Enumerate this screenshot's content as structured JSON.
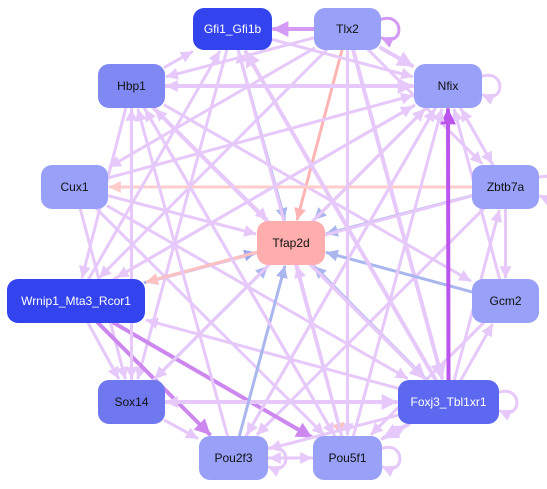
{
  "nodes": [
    {
      "id": "gfi1",
      "label": "Gfi1_Gfi1b",
      "fill": "#3344ee",
      "dark": true
    },
    {
      "id": "tlx2",
      "label": "Tlx2",
      "fill": "#98a0f8",
      "dark": false
    },
    {
      "id": "hbp1",
      "label": "Hbp1",
      "fill": "#7f88f3",
      "dark": false
    },
    {
      "id": "nfix",
      "label": "Nfix",
      "fill": "#98a0f8",
      "dark": false
    },
    {
      "id": "cux1",
      "label": "Cux1",
      "fill": "#98a0f8",
      "dark": false
    },
    {
      "id": "zbtb7a",
      "label": "Zbtb7a",
      "fill": "#98a0f8",
      "dark": false
    },
    {
      "id": "tfap2d",
      "label": "Tfap2d",
      "fill": "#ffadad",
      "dark": false
    },
    {
      "id": "wrnip1",
      "label": "Wrnip1_Mta3_Rcor1",
      "fill": "#3344ee",
      "dark": true
    },
    {
      "id": "gcm2",
      "label": "Gcm2",
      "fill": "#98a0f8",
      "dark": false
    },
    {
      "id": "sox14",
      "label": "Sox14",
      "fill": "#7078f0",
      "dark": false
    },
    {
      "id": "foxj3",
      "label": "Foxj3_Tbl1xr1",
      "fill": "#5d68f0",
      "dark": true
    },
    {
      "id": "pou2f3",
      "label": "Pou2f3",
      "fill": "#98a0f8",
      "dark": false
    },
    {
      "id": "pou5f1",
      "label": "Pou5f1",
      "fill": "#98a0f8",
      "dark": false
    }
  ],
  "edges": [
    {
      "from": "tlx2",
      "to": "gfi1",
      "color": "#d49af6",
      "heavy": true
    },
    {
      "from": "tlx2",
      "to": "tlx2",
      "color": "#d49af6",
      "loop": true
    },
    {
      "from": "tlx2",
      "to": "hbp1",
      "color": "#e6c8fa"
    },
    {
      "from": "tlx2",
      "to": "nfix",
      "color": "#e6c8fa",
      "heavy": true
    },
    {
      "from": "tlx2",
      "to": "tfap2d",
      "color": "#ffb4b4"
    },
    {
      "from": "tlx2",
      "to": "cux1",
      "color": "#e6c8fa"
    },
    {
      "from": "tlx2",
      "to": "wrnip1",
      "color": "#e6c8fa"
    },
    {
      "from": "tlx2",
      "to": "foxj3",
      "color": "#e6c8fa",
      "heavy": true
    },
    {
      "from": "tlx2",
      "to": "pou5f1",
      "color": "#e6c8fa"
    },
    {
      "from": "tlx2",
      "to": "zbtb7a",
      "color": "#e6c8fa"
    },
    {
      "from": "gfi1",
      "to": "tfap2d",
      "color": "#aab6ee"
    },
    {
      "from": "gfi1",
      "to": "nfix",
      "color": "#e6c8fa"
    },
    {
      "from": "gfi1",
      "to": "pou5f1",
      "color": "#e6c8fa"
    },
    {
      "from": "gfi1",
      "to": "sox14",
      "color": "#e6c8fa"
    },
    {
      "from": "hbp1",
      "to": "nfix",
      "color": "#e6c8fa",
      "heavy": true
    },
    {
      "from": "hbp1",
      "to": "gfi1",
      "color": "#e6c8fa"
    },
    {
      "from": "hbp1",
      "to": "tfap2d",
      "color": "#e6c8fa"
    },
    {
      "from": "hbp1",
      "to": "foxj3",
      "color": "#e6c8fa",
      "heavy": true
    },
    {
      "from": "hbp1",
      "to": "pou5f1",
      "color": "#e6c8fa"
    },
    {
      "from": "hbp1",
      "to": "gcm2",
      "color": "#e6c8fa"
    },
    {
      "from": "hbp1",
      "to": "sox14",
      "color": "#e6c8fa"
    },
    {
      "from": "hbp1",
      "to": "wrnip1",
      "color": "#e6c8fa"
    },
    {
      "from": "nfix",
      "to": "nfix",
      "color": "#e6c8fa",
      "loop": true
    },
    {
      "from": "nfix",
      "to": "hbp1",
      "color": "#e6c8fa"
    },
    {
      "from": "nfix",
      "to": "tfap2d",
      "color": "#aab6ee"
    },
    {
      "from": "nfix",
      "to": "wrnip1",
      "color": "#e6c8fa"
    },
    {
      "from": "nfix",
      "to": "pou2f3",
      "color": "#e6c8fa"
    },
    {
      "from": "nfix",
      "to": "sox14",
      "color": "#e6c8fa"
    },
    {
      "from": "nfix",
      "to": "zbtb7a",
      "color": "#e6c8fa"
    },
    {
      "from": "cux1",
      "to": "tfap2d",
      "color": "#e6c8fa"
    },
    {
      "from": "cux1",
      "to": "nfix",
      "color": "#e6c8fa"
    },
    {
      "from": "cux1",
      "to": "foxj3",
      "color": "#e6c8fa"
    },
    {
      "from": "cux1",
      "to": "pou5f1",
      "color": "#e6c8fa"
    },
    {
      "from": "cux1",
      "to": "sox14",
      "color": "#e6c8fa"
    },
    {
      "from": "zbtb7a",
      "to": "zbtb7a",
      "color": "#e6c8fa",
      "loop": true
    },
    {
      "from": "zbtb7a",
      "to": "tfap2d",
      "color": "#aab6ee"
    },
    {
      "from": "zbtb7a",
      "to": "cux1",
      "color": "#ffcccc"
    },
    {
      "from": "zbtb7a",
      "to": "wrnip1",
      "color": "#e6c8fa"
    },
    {
      "from": "zbtb7a",
      "to": "gcm2",
      "color": "#e6c8fa"
    },
    {
      "from": "zbtb7a",
      "to": "pou2f3",
      "color": "#e6c8fa"
    },
    {
      "from": "zbtb7a",
      "to": "nfix",
      "color": "#e6c8fa"
    },
    {
      "from": "wrnip1",
      "to": "tfap2d",
      "color": "#9aaaf0"
    },
    {
      "from": "wrnip1",
      "to": "pou5f1",
      "color": "#cc88ee",
      "heavy": true
    },
    {
      "from": "wrnip1",
      "to": "pou2f3",
      "color": "#cc88ee",
      "heavy": true
    },
    {
      "from": "wrnip1",
      "to": "nfix",
      "color": "#e6c8fa"
    },
    {
      "from": "wrnip1",
      "to": "sox14",
      "color": "#e6c8fa"
    },
    {
      "from": "wrnip1",
      "to": "gfi1",
      "color": "#e6c8fa"
    },
    {
      "from": "tfap2d",
      "to": "wrnip1",
      "color": "#ffc0c0"
    },
    {
      "from": "tfap2d",
      "to": "nfix",
      "color": "#ffc0c0"
    },
    {
      "from": "tfap2d",
      "to": "pou5f1",
      "color": "#ffc0c0"
    },
    {
      "from": "gcm2",
      "to": "tfap2d",
      "color": "#aab6ee"
    },
    {
      "from": "gcm2",
      "to": "pou5f1",
      "color": "#e6c8fa"
    },
    {
      "from": "gcm2",
      "to": "nfix",
      "color": "#e6c8fa"
    },
    {
      "from": "sox14",
      "to": "tfap2d",
      "color": "#aab6ee"
    },
    {
      "from": "sox14",
      "to": "foxj3",
      "color": "#e6c8fa",
      "heavy": true
    },
    {
      "from": "sox14",
      "to": "pou2f3",
      "color": "#e6c8fa"
    },
    {
      "from": "sox14",
      "to": "nfix",
      "color": "#e6c8fa"
    },
    {
      "from": "sox14",
      "to": "hbp1",
      "color": "#e6c8fa"
    },
    {
      "from": "foxj3",
      "to": "nfix",
      "color": "#bb55ee",
      "heavy": true
    },
    {
      "from": "foxj3",
      "to": "foxj3",
      "color": "#e6c8fa",
      "loop": true
    },
    {
      "from": "foxj3",
      "to": "tfap2d",
      "color": "#aab6ee"
    },
    {
      "from": "foxj3",
      "to": "pou5f1",
      "color": "#e6c8fa",
      "heavy": true
    },
    {
      "from": "foxj3",
      "to": "gcm2",
      "color": "#e6c8fa"
    },
    {
      "from": "foxj3",
      "to": "pou2f3",
      "color": "#e6c8fa"
    },
    {
      "from": "foxj3",
      "to": "sox14",
      "color": "#e6c8fa"
    },
    {
      "from": "foxj3",
      "to": "gfi1",
      "color": "#e6c8fa",
      "heavy": true
    },
    {
      "from": "foxj3",
      "to": "hbp1",
      "color": "#e6c8fa"
    },
    {
      "from": "foxj3",
      "to": "wrnip1",
      "color": "#e6c8fa"
    },
    {
      "from": "foxj3",
      "to": "zbtb7a",
      "color": "#e6c8fa"
    },
    {
      "from": "pou2f3",
      "to": "pou2f3",
      "color": "#e6c8fa",
      "loop": true
    },
    {
      "from": "pou2f3",
      "to": "tfap2d",
      "color": "#aab6ee"
    },
    {
      "from": "pou2f3",
      "to": "nfix",
      "color": "#e6c8fa"
    },
    {
      "from": "pou2f3",
      "to": "hbp1",
      "color": "#e6c8fa"
    },
    {
      "from": "pou2f3",
      "to": "pou5f1",
      "color": "#e6c8fa"
    },
    {
      "from": "pou5f1",
      "to": "pou5f1",
      "color": "#e6c8fa",
      "loop": true
    },
    {
      "from": "pou5f1",
      "to": "tfap2d",
      "color": "#e6c8fa"
    },
    {
      "from": "pou5f1",
      "to": "nfix",
      "color": "#e6c8fa"
    },
    {
      "from": "pou5f1",
      "to": "gfi1",
      "color": "#e6c8fa"
    },
    {
      "from": "pou5f1",
      "to": "foxj3",
      "color": "#e6c8fa"
    },
    {
      "from": "pou5f1",
      "to": "pou2f3",
      "color": "#e6c8fa"
    },
    {
      "from": "pou5f1",
      "to": "hbp1",
      "color": "#e6c8fa"
    }
  ]
}
